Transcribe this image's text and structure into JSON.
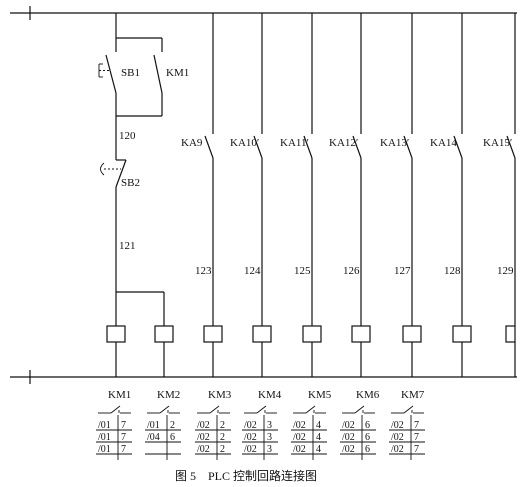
{
  "rails": {
    "left_marks": [
      "—|",
      "—|"
    ]
  },
  "start_rung": {
    "sb1": "SB1",
    "km1_contact": "KM1",
    "node_120": "120",
    "sb2": "SB2",
    "node_121": "121"
  },
  "rungs": [
    {
      "contact": "KA9",
      "node": "123"
    },
    {
      "contact": "KA10′",
      "node": "124"
    },
    {
      "contact": "KA11′",
      "node": "125"
    },
    {
      "contact": "KA12′",
      "node": "126"
    },
    {
      "contact": "KA13′",
      "node": "127"
    },
    {
      "contact": "KA14",
      "node": "128"
    },
    {
      "contact": "KA15′",
      "node": "129"
    }
  ],
  "coils": [
    "KM1",
    "KM2",
    "KM3",
    "KM4",
    "KM5",
    "KM6",
    "KM7"
  ],
  "contact_tables": [
    {
      "coil": "KM1",
      "rows": [
        [
          "/01",
          "7"
        ],
        [
          "/01",
          "7"
        ],
        [
          "/01",
          "7"
        ]
      ]
    },
    {
      "coil": "KM2",
      "rows": [
        [
          "/01",
          "2"
        ],
        [
          "/04",
          "6"
        ],
        [
          "",
          ""
        ]
      ]
    },
    {
      "coil": "KM3",
      "rows": [
        [
          "/02",
          "2"
        ],
        [
          "/02",
          "2"
        ],
        [
          "/02",
          "2"
        ]
      ]
    },
    {
      "coil": "KM4",
      "rows": [
        [
          "/02",
          "3"
        ],
        [
          "/02",
          "3"
        ],
        [
          "/02",
          "3"
        ]
      ]
    },
    {
      "coil": "KM5",
      "rows": [
        [
          "/02",
          "4"
        ],
        [
          "/02",
          "4"
        ],
        [
          "/02",
          "4"
        ]
      ]
    },
    {
      "coil": "KM6",
      "rows": [
        [
          "/02",
          "6"
        ],
        [
          "/02",
          "6"
        ],
        [
          "/02",
          "6"
        ]
      ]
    },
    {
      "coil": "KM7",
      "rows": [
        [
          "/02",
          "7"
        ],
        [
          "/02",
          "7"
        ],
        [
          "/02",
          "7"
        ]
      ]
    }
  ],
  "caption": "图 5　PLC 控制回路连接图"
}
